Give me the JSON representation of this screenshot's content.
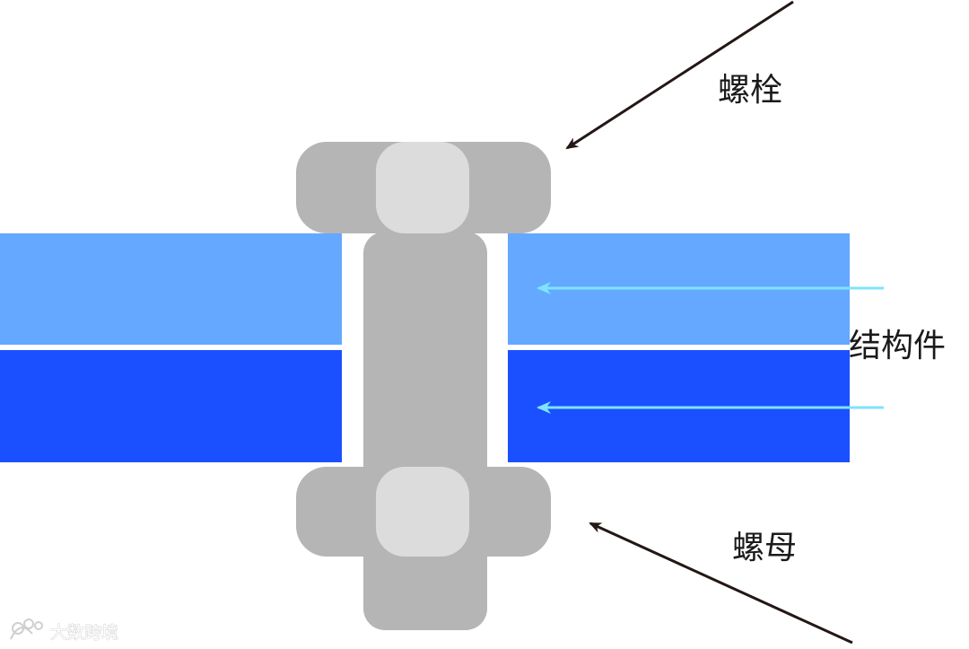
{
  "labels": {
    "bolt": "螺栓",
    "structural_member": "结构件",
    "nut": "螺母"
  },
  "watermark": {
    "text": "大数跨境"
  },
  "colors": {
    "upper_plate": "#64A8FF",
    "lower_plate": "#1A50FF",
    "bolt_body": "#B5B5B5",
    "bolt_highlight": "#DCDCDC",
    "pointer_arrow": "#231815",
    "member_arrow": "#7FE3FF",
    "label_text": "#1A1A1A"
  }
}
